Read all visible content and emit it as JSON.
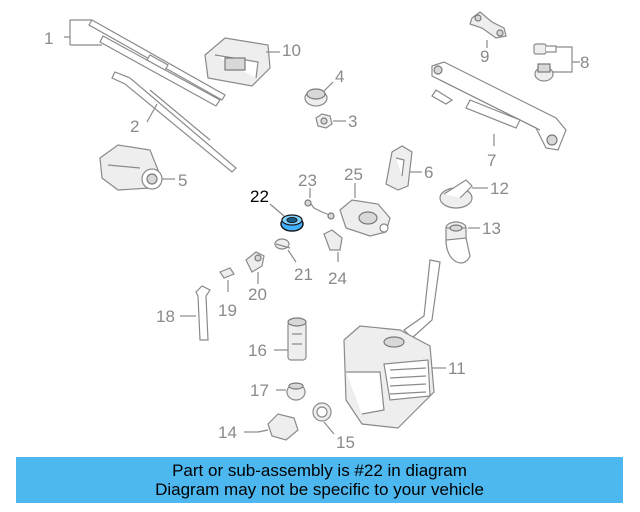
{
  "callouts": {
    "c1": "1",
    "c2": "2",
    "c3": "3",
    "c4": "4",
    "c5": "5",
    "c6": "6",
    "c7": "7",
    "c8": "8",
    "c9": "9",
    "c10": "10",
    "c11": "11",
    "c12": "12",
    "c13": "13",
    "c14": "14",
    "c15": "15",
    "c16": "16",
    "c17": "17",
    "c18": "18",
    "c19": "19",
    "c20": "20",
    "c21": "21",
    "c22": "22",
    "c23": "23",
    "c24": "24",
    "c25": "25"
  },
  "highlight": {
    "part": "22",
    "color": "#40b0ff"
  },
  "banner": {
    "line1": "Part or sub-assembly is #22 in diagram",
    "line2": "Diagram may not be specific to your vehicle",
    "background": "#4db8f0"
  }
}
